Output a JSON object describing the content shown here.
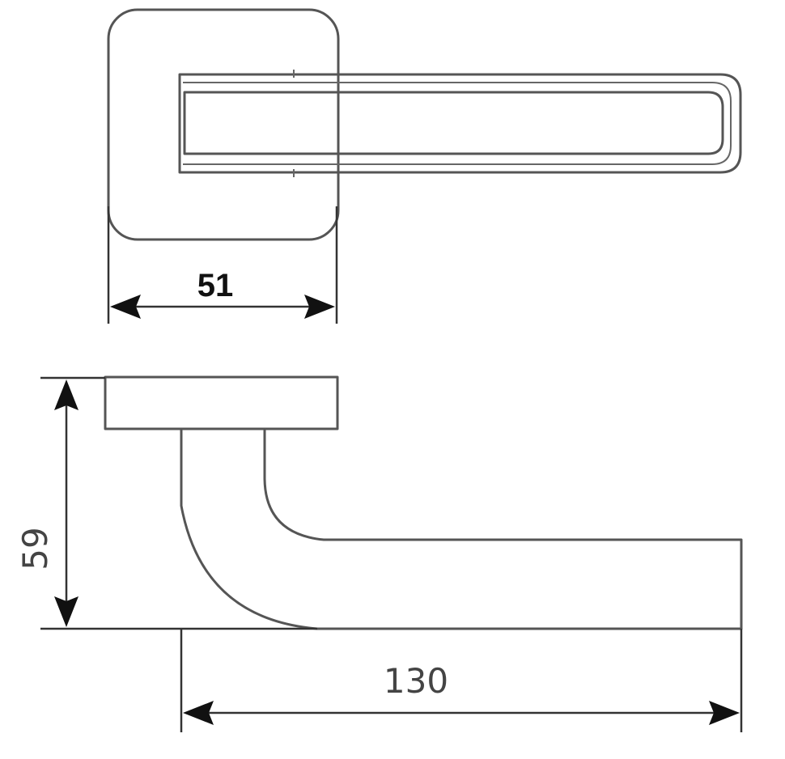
{
  "dimensions": {
    "rose_width": "51",
    "height": "59",
    "length": "130"
  }
}
